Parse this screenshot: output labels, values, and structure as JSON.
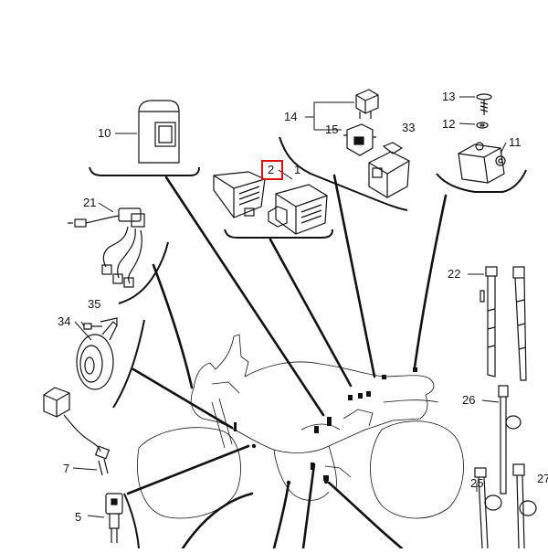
{
  "highlight_color": "#e01010",
  "line_color": "#111111",
  "callouts": {
    "c1": "1",
    "c2": "2",
    "c5": "5",
    "c7": "7",
    "c10": "10",
    "c11": "11",
    "c12": "12",
    "c13": "13",
    "c14": "14",
    "c15": "15",
    "c21": "21",
    "c22": "22",
    "c25": "25",
    "c26": "26",
    "c27": "27",
    "c33": "33",
    "c34": "34",
    "c35": "35"
  },
  "selected_callout": "2"
}
